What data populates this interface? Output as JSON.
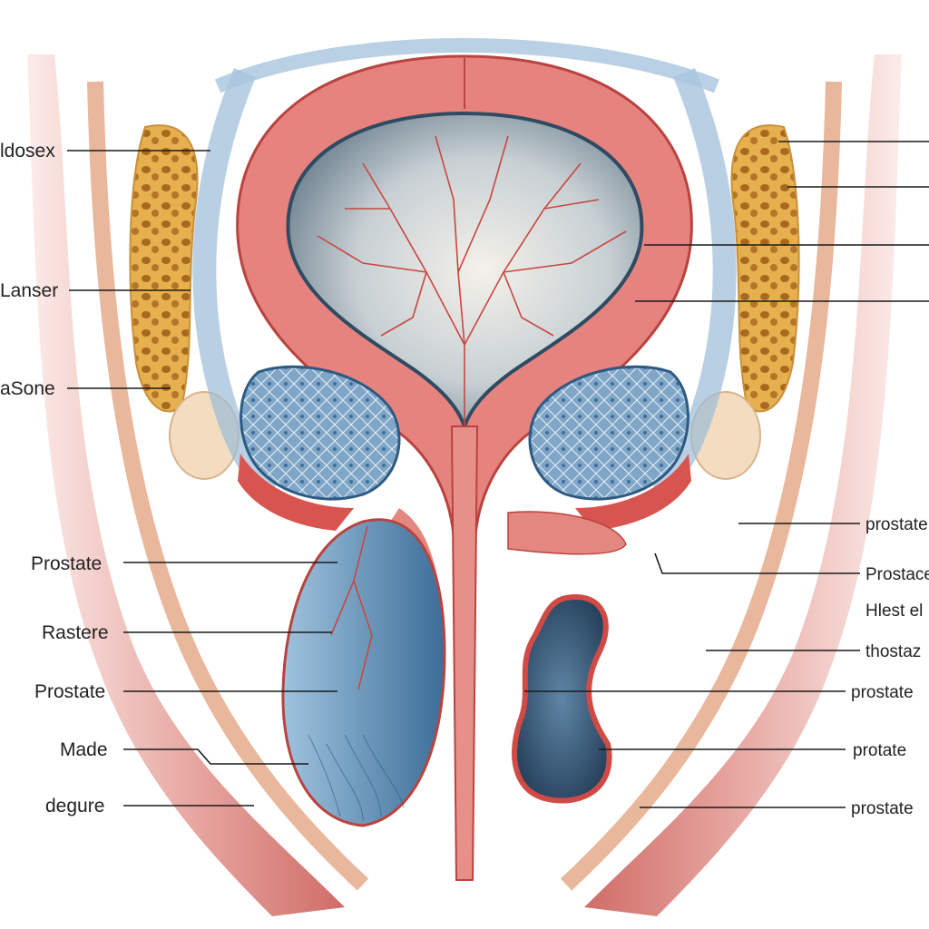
{
  "labels_left": [
    {
      "text": "ldosex"
    },
    {
      "text": "Lanser"
    },
    {
      "text": "aSone"
    },
    {
      "text": "Prostate"
    },
    {
      "text": "Rastere"
    },
    {
      "text": "Prostate"
    },
    {
      "text": "Made"
    },
    {
      "text": "degure"
    }
  ],
  "labels_right": [
    {
      "text": "prostate"
    },
    {
      "text": "Prostace"
    },
    {
      "text": "Hlest el"
    },
    {
      "text": "thostaz"
    },
    {
      "text": "prostate"
    },
    {
      "text": "protate"
    },
    {
      "text": "prostate"
    }
  ],
  "colors": {
    "muscle": "#e07a78",
    "muscle_dark": "#c9514f",
    "bladder_lumen": "#8fa3b3",
    "fat": "#e8b85a",
    "vein": "#5b8fc0",
    "skin": "#f3d8bf"
  }
}
